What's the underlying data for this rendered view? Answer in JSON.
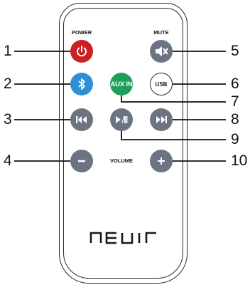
{
  "labels": {
    "power": "POWER",
    "mute": "MUTE",
    "volume": "VOLUME"
  },
  "buttons": {
    "power": {
      "icon": "power-icon",
      "color": "#c8211f"
    },
    "mute": {
      "icon": "speaker-muted-icon",
      "color": "#6c7482"
    },
    "bluetooth": {
      "icon": "bluetooth-icon",
      "color": "#2e8fd2"
    },
    "aux": {
      "text": "AUX IN",
      "color": "#1fa05a"
    },
    "usb": {
      "text": "USB",
      "color": "#ffffff"
    },
    "prev": {
      "icon": "skip-back-icon",
      "color": "#6c7482"
    },
    "play": {
      "icon": "play-pause-icon",
      "color": "#6c7482"
    },
    "next": {
      "icon": "skip-forward-icon",
      "color": "#6c7482"
    },
    "vol_down": {
      "icon": "minus-icon",
      "color": "#6c7482"
    },
    "vol_up": {
      "icon": "plus-icon",
      "color": "#6c7482"
    }
  },
  "callouts": [
    "1",
    "2",
    "3",
    "4",
    "5",
    "6",
    "7",
    "8",
    "9",
    "10"
  ],
  "brand": "nevir"
}
